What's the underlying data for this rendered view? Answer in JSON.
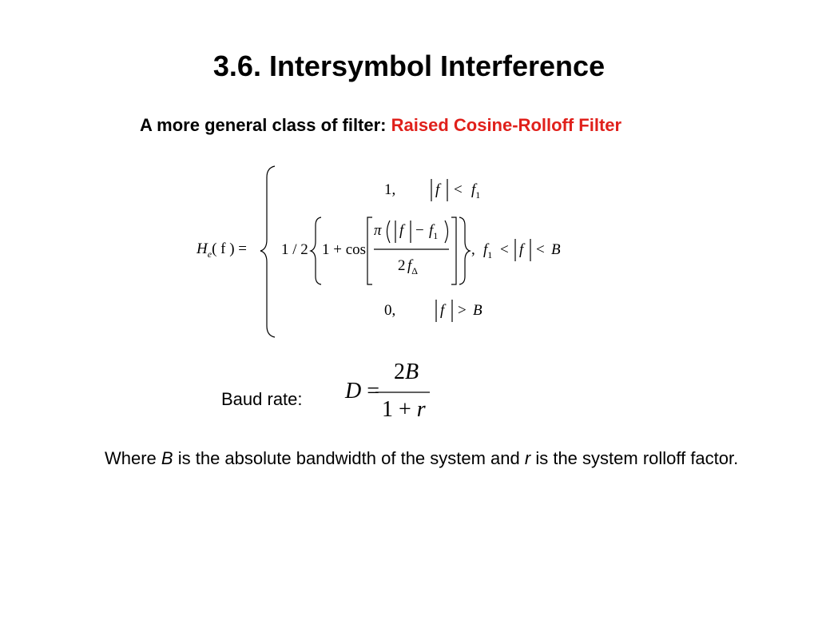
{
  "slide": {
    "title": "3.6. Intersymbol Interference",
    "subtitle_prefix": "A more general class of filter: ",
    "subtitle_highlight": "Raised Cosine-Rolloff Filter",
    "accent_color": "#e0201b"
  },
  "filter_eq": {
    "lhs": "H",
    "lhs_sub": "e",
    "lhs_arg": "( f ) =",
    "case1": {
      "value": "1,",
      "cond_var": "f",
      "cond_op": "<",
      "cond_rhs": "f",
      "cond_rhs_sub": "1"
    },
    "case2": {
      "prefix": "1 / 2",
      "one_plus": "1 + cos",
      "num_pi": "π",
      "num_f": "f",
      "num_minus": "−",
      "num_f1": "f",
      "num_f1_sub": "1",
      "den": "2",
      "den_f": "f",
      "den_sub": "Δ",
      "comma": ",",
      "cond_f1": "f",
      "cond_f1_sub": "1",
      "cond_lt1": "<",
      "cond_f": "f",
      "cond_lt2": "<",
      "cond_B": "B"
    },
    "case3": {
      "value": "0,",
      "cond_var": "f",
      "cond_op": ">",
      "cond_rhs": "B"
    }
  },
  "baud": {
    "label": "Baud rate:",
    "lhs": "D",
    "eq": "=",
    "numerator": "2",
    "numerator_var": "B",
    "denominator": "1 +",
    "denominator_var": "r"
  },
  "note": {
    "part1": "Where ",
    "var_B": "B",
    "part2": " is the absolute bandwidth of the system and ",
    "var_r": "r",
    "part3": " is the system rolloff factor."
  }
}
